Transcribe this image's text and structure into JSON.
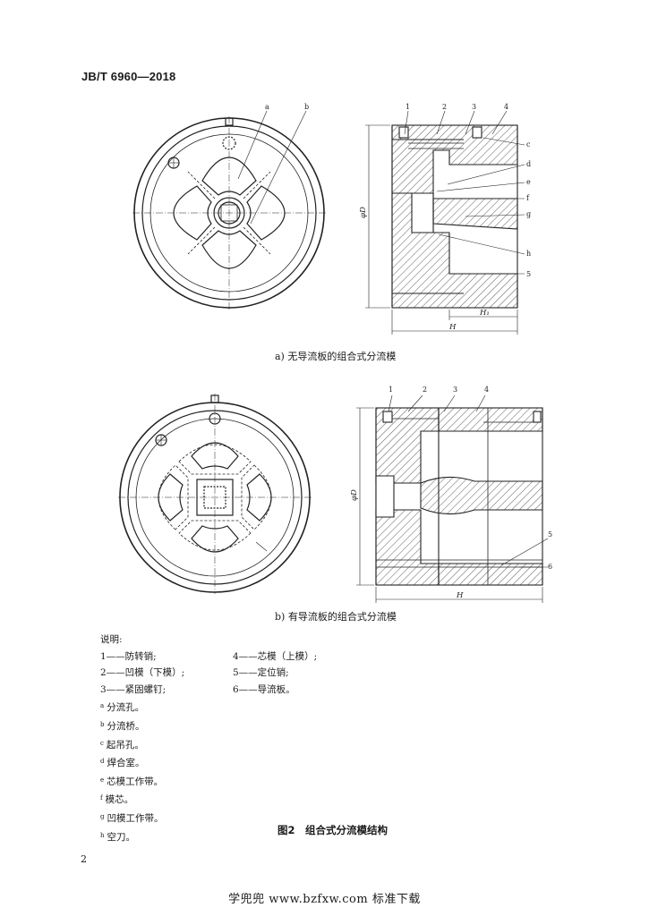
{
  "header": {
    "standard_no": "JB/T 6960—2018"
  },
  "figure_a": {
    "caption": "a) 无导流板的组合式分流模",
    "callouts": [
      "a",
      "b"
    ],
    "section_numbers": [
      "1",
      "2",
      "3",
      "4",
      "5"
    ],
    "section_letters": [
      "c",
      "d",
      "e",
      "f",
      "g",
      "h"
    ],
    "dim_D": "φD",
    "dim_H1": "H₁",
    "dim_H": "H"
  },
  "figure_b": {
    "caption": "b) 有导流板的组合式分流模",
    "section_numbers": [
      "1",
      "2",
      "3",
      "4",
      "5",
      "6"
    ],
    "dim_D": "φD",
    "dim_H": "H"
  },
  "notes": {
    "title": "说明:",
    "legend": [
      "1——防转销;",
      "4——芯模（上模）;",
      "2——凹模（下模）;",
      "5——定位销;",
      "3——紧固螺钉;",
      "6——导流板。"
    ],
    "footnotes": [
      {
        "mark": "a",
        "text": "分流孔。"
      },
      {
        "mark": "b",
        "text": "分流桥。"
      },
      {
        "mark": "c",
        "text": "起吊孔。"
      },
      {
        "mark": "d",
        "text": "焊合室。"
      },
      {
        "mark": "e",
        "text": "芯模工作带。"
      },
      {
        "mark": "f",
        "text": "模芯。"
      },
      {
        "mark": "g",
        "text": "凹模工作带。"
      },
      {
        "mark": "h",
        "text": "空刀。"
      }
    ]
  },
  "figure_title": "图2　组合式分流模结构",
  "page_number": "2",
  "footer": "学兜兜 www.bzfxw.com 标准下载"
}
